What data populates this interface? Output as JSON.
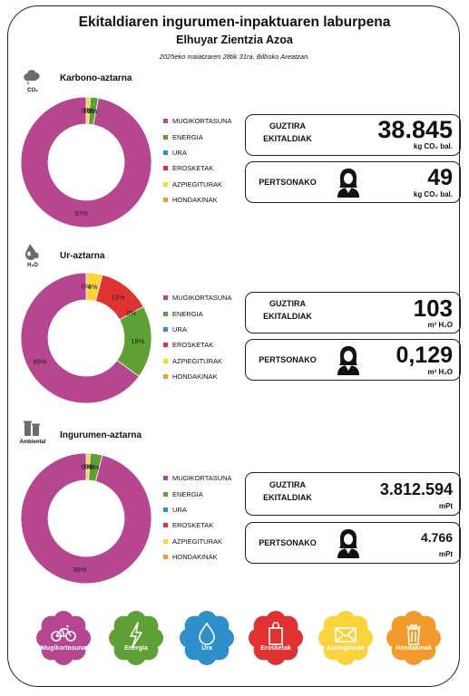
{
  "header": {
    "title": "Ekitaldiaren ingurumen-inpaktuaren laburpena",
    "subtitle": "Elhuyar Zientzia Azoa",
    "date": "2025eko maiatzaren 28tik 31ra. Bilboko Areatzan."
  },
  "legend_labels": [
    "MUGIKORTASUNA",
    "ENERGIA",
    "URA",
    "EROSKETAK",
    "AZPIEGITURAK",
    "HONDAKINAK"
  ],
  "colors": [
    "#b5468f",
    "#5ea035",
    "#2e8fc9",
    "#e03231",
    "#fcd33a",
    "#f39a2c"
  ],
  "sections": [
    {
      "title": "Karbono-aztarna",
      "icon_name": "co2-cloud-icon",
      "icon_label": "CO₂",
      "total": {
        "label_line1": "GUZTIRA",
        "label_line2": "EKITALDIAK",
        "value": "38.845",
        "unit": "kg CO₂ bal."
      },
      "personal": {
        "label": "PERTSONAKO",
        "value": "49",
        "unit": "kg CO₂ bal."
      }
    },
    {
      "title": "Ur-aztarna",
      "icon_name": "water-drop-icon",
      "icon_label": "H₂O",
      "total": {
        "label_line1": "GUZTIRA",
        "label_line2": "EKITALDIAK",
        "value": "103",
        "unit": "m³ H₂O"
      },
      "personal": {
        "label": "PERTSONAKO",
        "value": "0,129",
        "unit": "m³ H₂O"
      }
    },
    {
      "title": "Ingurumen-aztarna",
      "icon_name": "environment-bins-icon",
      "icon_label": "Ambiental",
      "total": {
        "label_line1": "GUZTIRA",
        "label_line2": "EKITALDIAK",
        "value": "3.812.594",
        "unit": "mPt"
      },
      "personal": {
        "label": "PERTSONAKO",
        "value": "4.766",
        "unit": "mPt"
      }
    }
  ],
  "chart_data": [
    {
      "type": "pie",
      "title": "Karbono-aztarna",
      "categories": [
        "MUGIKORTASUNA",
        "ENERGIA",
        "URA",
        "EROSKETAK",
        "AZPIEGITURAK",
        "HONDAKINAK"
      ],
      "values": [
        97,
        2,
        0,
        0,
        1,
        0
      ],
      "labels": [
        "97%",
        "2%",
        "0%",
        "0%",
        "1%",
        "0%"
      ]
    },
    {
      "type": "pie",
      "title": "Ur-aztarna",
      "categories": [
        "MUGIKORTASUNA",
        "ENERGIA",
        "URA",
        "EROSKETAK",
        "AZPIEGITURAK",
        "HONDAKINAK"
      ],
      "values": [
        65,
        18,
        0,
        13,
        4,
        0
      ],
      "labels": [
        "65%",
        "18%",
        "0%",
        "13%",
        "4%",
        "0%"
      ]
    },
    {
      "type": "pie",
      "title": "Ingurumen-aztarna",
      "categories": [
        "MUGIKORTASUNA",
        "ENERGIA",
        "URA",
        "EROSKETAK",
        "AZPIEGITURAK",
        "HONDAKINAK"
      ],
      "values": [
        96,
        3,
        0,
        0,
        1,
        0
      ],
      "labels": [
        "96%",
        "3%",
        "0%",
        "0%",
        "1%",
        "0%"
      ]
    }
  ],
  "categories_footer": [
    {
      "label": "Mugikortasuna",
      "icon_name": "bicycle-icon",
      "color": "#b5468f"
    },
    {
      "label": "Energia",
      "icon_name": "lightning-icon",
      "color": "#5ea035"
    },
    {
      "label": "Ura",
      "icon_name": "water-drop-icon",
      "color": "#2e8fc9"
    },
    {
      "label": "Erosketak",
      "icon_name": "shopping-bag-icon",
      "color": "#e03231"
    },
    {
      "label": "Azpiegiturak",
      "icon_name": "envelope-icon",
      "color": "#fcd33a"
    },
    {
      "label": "Hondakinak",
      "icon_name": "trash-bin-icon",
      "color": "#f39a2c"
    }
  ]
}
